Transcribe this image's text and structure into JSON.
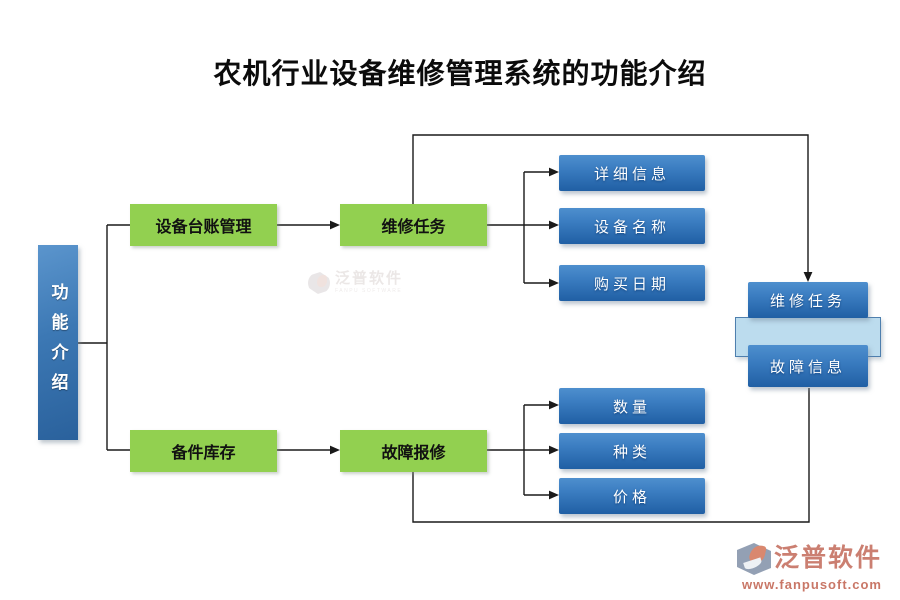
{
  "title": "农机行业设备维修管理系统的功能介绍",
  "tree": {
    "root": "功能介绍",
    "branches": [
      {
        "parent": "设备台账管理",
        "child": "维修任务",
        "leaves": [
          "详细信息",
          "设备名称",
          "购买日期"
        ]
      },
      {
        "parent": "备件库存",
        "child": "故障报修",
        "leaves": [
          "数量",
          "种类",
          "价格"
        ]
      }
    ],
    "results": [
      "维修任务",
      "故障信息"
    ]
  },
  "watermark": {
    "brand": "泛普软件",
    "sub": "FANPU SOFTWARE"
  },
  "footer": {
    "brand": "泛普软件",
    "url": "www.fanpusoft.com"
  },
  "colors": {
    "node_green": "#92d050",
    "node_blue_top": "#4e8fce",
    "node_blue_bottom": "#205fa4",
    "highlight_light_blue": "#bcdcee",
    "connector": "#1a1a1a",
    "logo_salmon": "#cb7f71"
  }
}
